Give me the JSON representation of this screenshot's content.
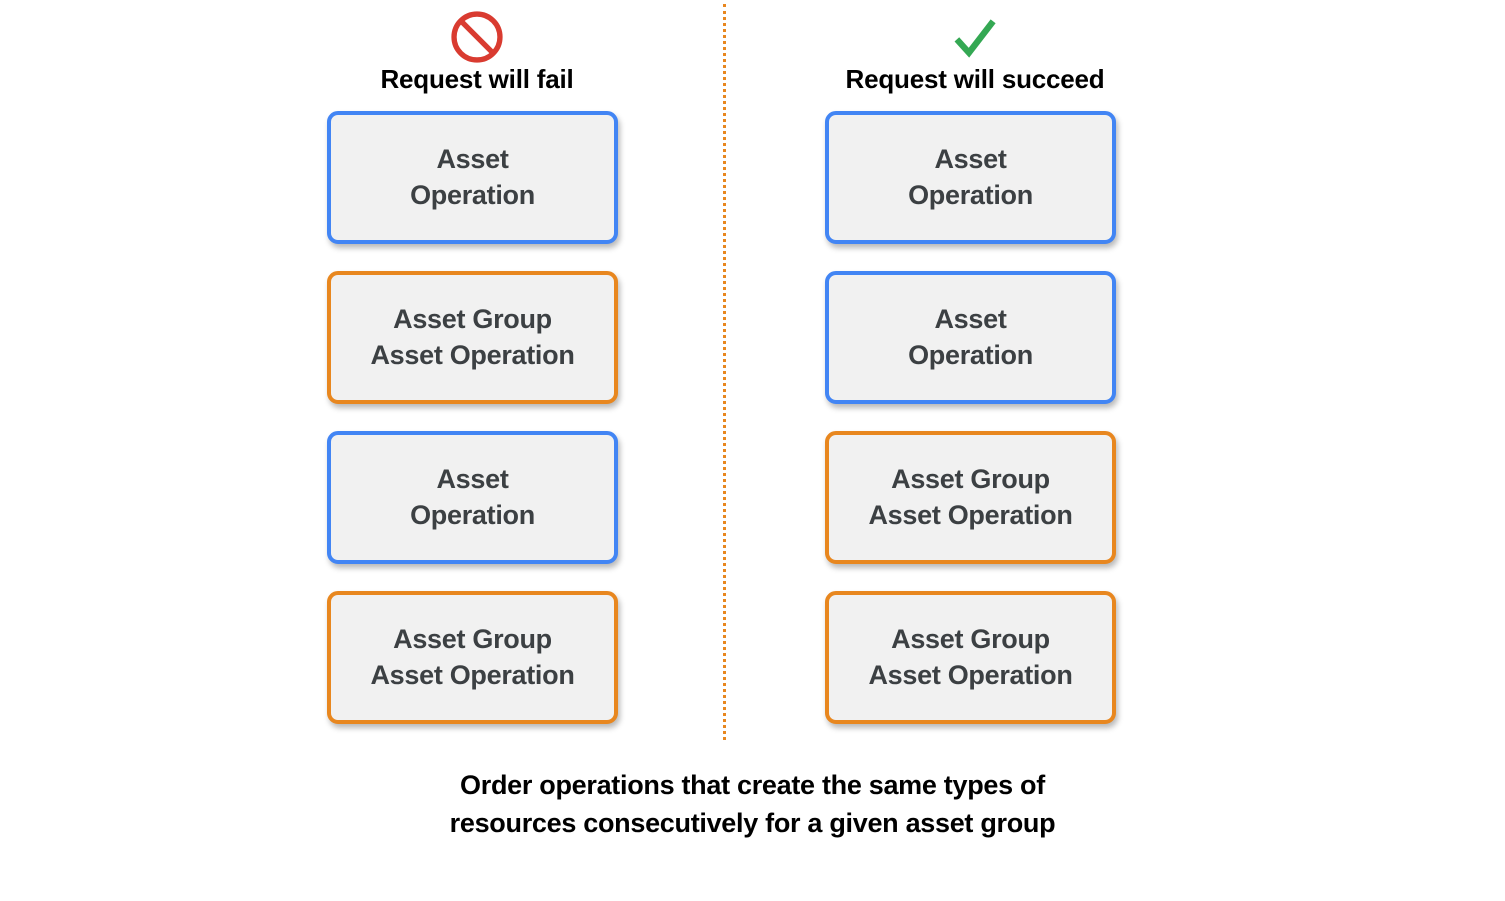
{
  "colors": {
    "blue": "#4285f4",
    "orange": "#e8871f",
    "red": "#d93b30",
    "green": "#34a853",
    "box_fill": "#f1f1f1",
    "box_text": "#3c4043",
    "caption_text": "#000000",
    "background": "#ffffff"
  },
  "columns": [
    {
      "id": "fail",
      "icon": "prohibition-icon",
      "title": "Request will fail",
      "boxes": [
        {
          "label": "Asset\nOperation",
          "variant": "blue"
        },
        {
          "label": "Asset Group\nAsset Operation",
          "variant": "orange"
        },
        {
          "label": "Asset\nOperation",
          "variant": "blue"
        },
        {
          "label": "Asset Group\nAsset Operation",
          "variant": "orange"
        }
      ]
    },
    {
      "id": "succeed",
      "icon": "checkmark-icon",
      "title": "Request will succeed",
      "boxes": [
        {
          "label": "Asset\nOperation",
          "variant": "blue"
        },
        {
          "label": "Asset\nOperation",
          "variant": "blue"
        },
        {
          "label": "Asset Group\nAsset Operation",
          "variant": "orange"
        },
        {
          "label": "Asset Group\nAsset Operation",
          "variant": "orange"
        }
      ]
    }
  ],
  "caption": "Order operations that create the same types of\nresources consecutively for a given asset group"
}
